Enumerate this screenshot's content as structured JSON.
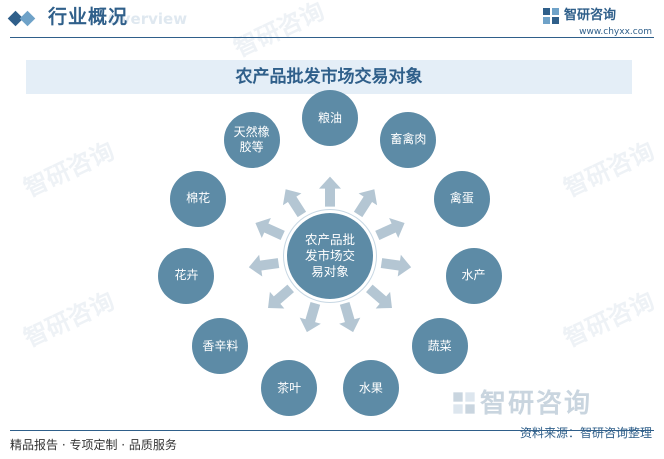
{
  "header": {
    "title": "行业概况",
    "subtitle": "Overview",
    "brand_name": "智研咨询",
    "brand_url": "www.chyxx.com"
  },
  "banner": {
    "title": "农产品批发市场交易对象"
  },
  "diagram": {
    "center": "农产品批发市场交易对象",
    "nodes": [
      {
        "label": "粮油"
      },
      {
        "label": "畜禽肉"
      },
      {
        "label": "禽蛋"
      },
      {
        "label": "水产"
      },
      {
        "label": "蔬菜"
      },
      {
        "label": "水果"
      },
      {
        "label": "茶叶"
      },
      {
        "label": "香辛料"
      },
      {
        "label": "花卉"
      },
      {
        "label": "棉花"
      },
      {
        "label": "天然橡胶等"
      }
    ]
  },
  "watermark": {
    "text": "智研咨询"
  },
  "footer": {
    "left": "精品报告 · 专项定制 · 品质服务",
    "source": "资料来源：智研咨询整理"
  },
  "colors": {
    "primary": "#2f5f8a",
    "node": "#5d8ba6",
    "arrow": "#b4c6d3",
    "banner": "#e4eef7"
  }
}
